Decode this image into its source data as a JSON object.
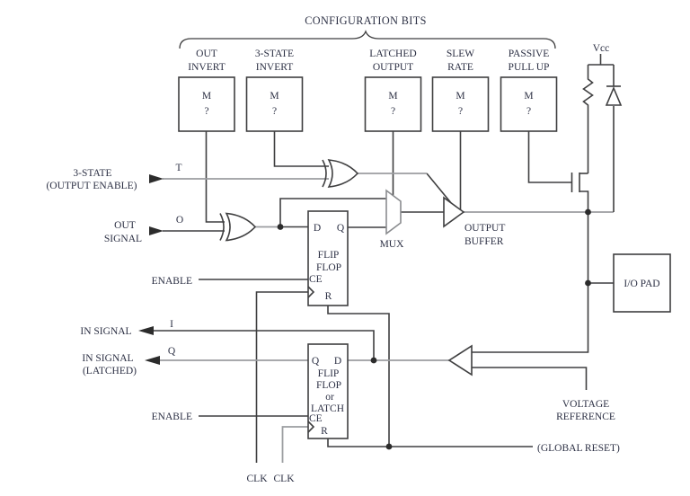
{
  "colors": {
    "wire": "#3f3f40",
    "wire_gray": "#9b9da0",
    "text": "#2c3044",
    "background": "#ffffff"
  },
  "header": {
    "title": "CONFIGURATION BITS",
    "vcc": "Vcc"
  },
  "config_bits": [
    {
      "label": [
        "OUT",
        "INVERT"
      ],
      "mem": "M",
      "unknown": "?"
    },
    {
      "label": [
        "3-STATE",
        "INVERT"
      ],
      "mem": "M",
      "unknown": "?"
    },
    {
      "label": [
        "LATCHED",
        "OUTPUT"
      ],
      "mem": "M",
      "unknown": "?"
    },
    {
      "label": [
        "SLEW",
        "RATE"
      ],
      "mem": "M",
      "unknown": "?"
    },
    {
      "label": [
        "PASSIVE",
        "PULL UP"
      ],
      "mem": "M",
      "unknown": "?"
    }
  ],
  "signals": {
    "tristate": {
      "label": [
        "3-STATE",
        "(OUTPUT ENABLE)"
      ],
      "wire": "T"
    },
    "out": {
      "label": [
        "OUT",
        "SIGNAL"
      ],
      "wire": "O"
    },
    "enable_top": "ENABLE",
    "in_signal": {
      "label": "IN SIGNAL",
      "wire": "I"
    },
    "in_latched": {
      "label": [
        "IN SIGNAL",
        "(LATCHED)"
      ],
      "wire": "Q"
    },
    "enable_bottom": "ENABLE",
    "clk1": "CLK",
    "clk2": "CLK",
    "global_reset": "(GLOBAL RESET)"
  },
  "blocks": {
    "ff1": {
      "d": "D",
      "q": "Q",
      "name": [
        "FLIP",
        "FLOP"
      ],
      "ce": "CE",
      "r": "R"
    },
    "ff2": {
      "q": "Q",
      "d": "D",
      "name": [
        "FLIP",
        "FLOP",
        "or",
        "LATCH"
      ],
      "ce": "CE",
      "r": "R"
    },
    "mux": "MUX",
    "output_buffer": [
      "OUTPUT",
      "BUFFER"
    ],
    "io_pad": "I/O PAD",
    "voltage_reference": [
      "VOLTAGE",
      "REFERENCE"
    ]
  }
}
